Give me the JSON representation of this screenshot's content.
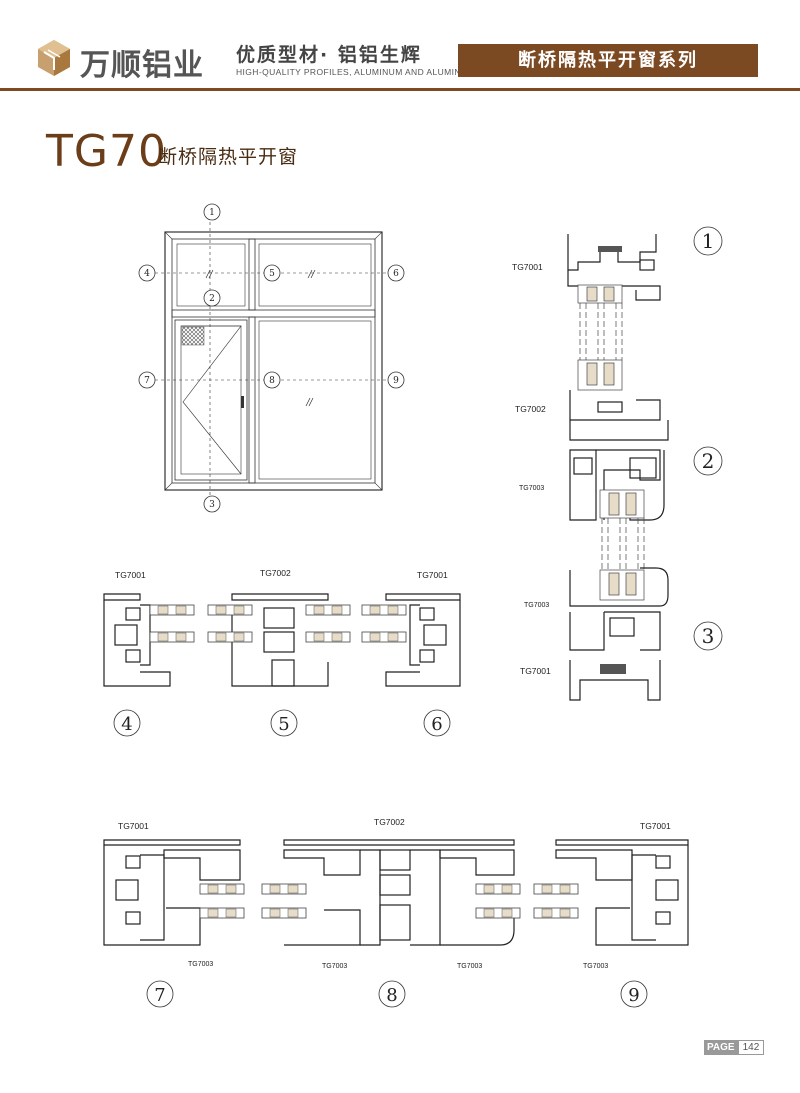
{
  "brand": {
    "name": "万顺铝业",
    "slogan": "优质型材· 铝铝生辉",
    "slogan_en": "HIGH-QUALITY PROFILES, ALUMINUM AND ALUMINUM",
    "series": "断桥隔热平开窗系列"
  },
  "model": {
    "code": "TG70",
    "name": "断桥隔热平开窗"
  },
  "markers": {
    "n1": "1",
    "n2": "2",
    "n3": "3",
    "n4": "4",
    "n5": "5",
    "n6": "6",
    "n7": "7",
    "n8": "8",
    "n9": "9"
  },
  "profiles": {
    "tg7001": "TG7001",
    "tg7002": "TG7002",
    "tg7003": "TG7003"
  },
  "page": {
    "label": "PAGE",
    "number": "142"
  },
  "colors": {
    "accent": "#7b4a22",
    "title": "#6b3d18"
  }
}
